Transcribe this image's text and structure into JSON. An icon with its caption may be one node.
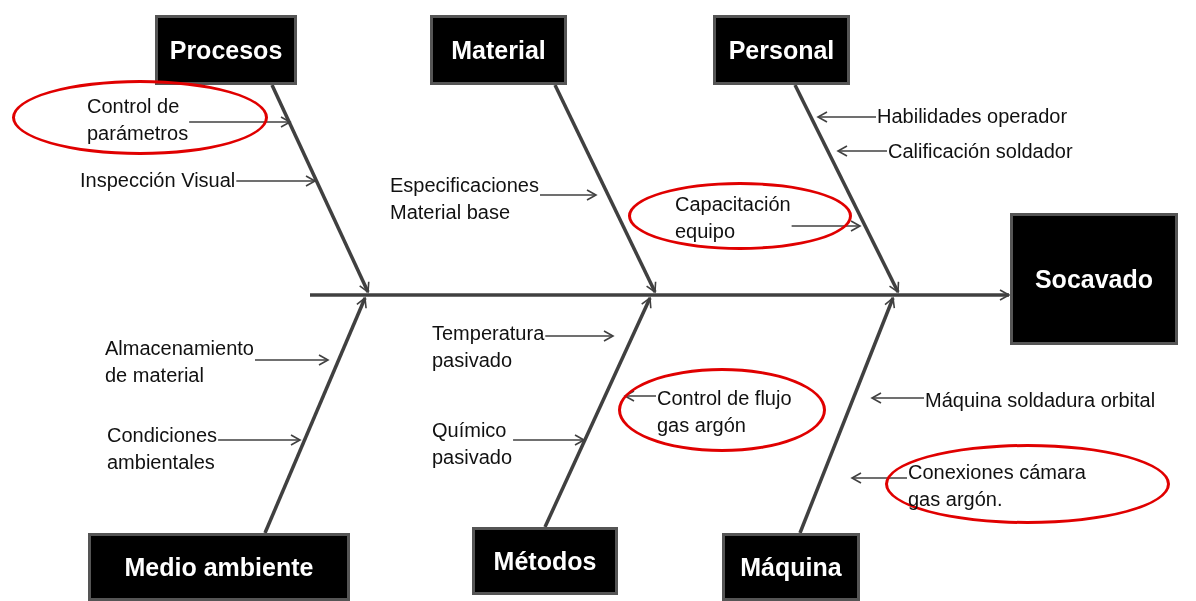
{
  "diagram": {
    "nodes": [
      {
        "text": [
          "Procesos"
        ]
      },
      {
        "text": [
          "Material"
        ]
      },
      {
        "text": [
          "Personal"
        ]
      },
      {
        "text": [],
        "shape": "ellipse"
      },
      {
        "text": [
          "Control de parámetros"
        ],
        "in": 3
      },
      {
        "text": [
          "Inspección Visual"
        ]
      },
      {
        "text": [
          "Especificaciones Material base"
        ]
      },
      {
        "text": [],
        "shape": "ellipse"
      },
      {
        "text": [
          "Capacitación equipo"
        ],
        "in": 7
      },
      {
        "text": [
          "Habilidades operador"
        ]
      },
      {
        "text": [
          "Calificación soldador"
        ]
      },
      {
        "text": [
          "Socavado"
        ]
      },
      {
        "text": [
          "Almacenamiento de material"
        ]
      },
      {
        "text": [
          "Condiciones ambientales"
        ]
      },
      {
        "text": [
          "Temperatura pasivado"
        ]
      },
      {
        "text": [
          "Químico pasivado"
        ]
      },
      {
        "text": [],
        "shape": "ellipse"
      },
      {
        "text": [
          "Control de flujo gas argón"
        ],
        "in": 16
      },
      {
        "text": [
          "Máquina soldadura orbital"
        ]
      },
      {
        "text": [],
        "shape": "ellipse"
      },
      {
        "text": [
          "Conexiones cámara gas argón."
        ],
        "in": 19
      },
      {
        "text": [
          "Medio ambiente"
        ]
      },
      {
        "text": [
          "Métodos"
        ]
      },
      {
        "text": [
          "Máquina"
        ]
      }
    ],
    "edges": [
      {
        "from": 0,
        "to": null,
        "arrow": "to",
        "style": "thick"
      },
      {
        "from": 1,
        "to": null,
        "arrow": "to",
        "style": "thick"
      },
      {
        "from": 2,
        "to": null,
        "arrow": "to",
        "style": "thick"
      },
      {
        "from": 21,
        "to": null,
        "arrow": "to",
        "style": "thick"
      },
      {
        "from": 22,
        "to": null,
        "arrow": "to",
        "style": "thick"
      },
      {
        "from": 23,
        "to": null,
        "arrow": "to",
        "style": "thick"
      },
      {
        "from": null,
        "to": 11,
        "arrow": "to",
        "style": "thick"
      },
      {
        "from": 4,
        "to": null,
        "arrow": "to"
      },
      {
        "from": 5,
        "to": null,
        "arrow": "to"
      },
      {
        "from": 6,
        "to": null,
        "arrow": "to"
      },
      {
        "from": 8,
        "to": null,
        "arrow": "to"
      },
      {
        "from": 9,
        "to": null,
        "arrow": "to"
      },
      {
        "from": 10,
        "to": null,
        "arrow": "to"
      },
      {
        "from": 12,
        "to": null,
        "arrow": "to"
      },
      {
        "from": 13,
        "to": null,
        "arrow": "to"
      },
      {
        "from": 14,
        "to": null,
        "arrow": "to"
      },
      {
        "from": 15,
        "to": null,
        "arrow": "to"
      },
      {
        "from": 17,
        "to": null,
        "arrow": "to"
      },
      {
        "from": 18,
        "to": null,
        "arrow": "to"
      },
      {
        "from": 20,
        "to": null,
        "arrow": "to"
      }
    ]
  }
}
